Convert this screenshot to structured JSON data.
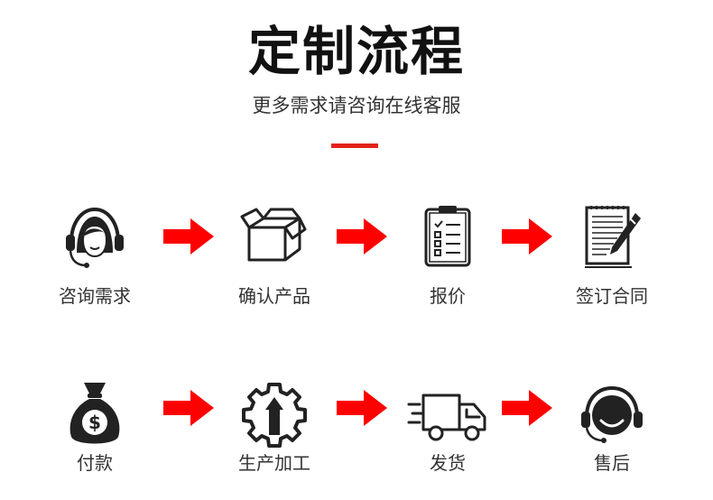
{
  "header": {
    "title": "定制流程",
    "subtitle": "更多需求请咨询在线客服"
  },
  "colors": {
    "accent": "#e2231a",
    "arrow": "#ff0000",
    "icon": "#222222"
  },
  "steps_row1": [
    {
      "label": "咨询需求",
      "icon": "headset-agent-icon"
    },
    {
      "label": "确认产品",
      "icon": "open-box-icon"
    },
    {
      "label": "报价",
      "icon": "clipboard-checklist-icon"
    },
    {
      "label": "签订合同",
      "icon": "contract-pen-icon"
    }
  ],
  "steps_row2": [
    {
      "label": "付款",
      "icon": "money-bag-icon"
    },
    {
      "label": "生产加工",
      "icon": "gear-tool-icon"
    },
    {
      "label": "发货",
      "icon": "delivery-truck-icon"
    },
    {
      "label": "售后",
      "icon": "support-headset-icon"
    }
  ]
}
